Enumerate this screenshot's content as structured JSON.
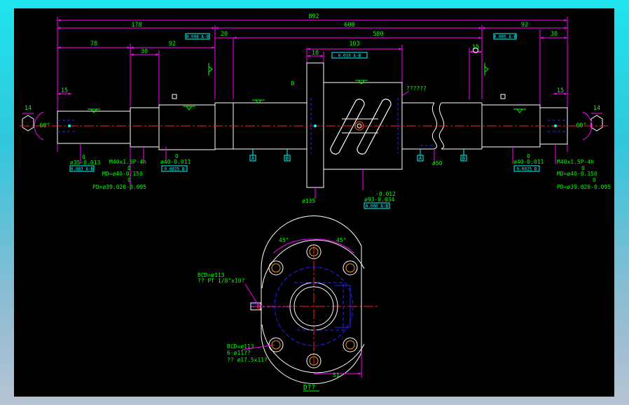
{
  "colors": {
    "background_gradient_top": "#1fe5ee",
    "background_gradient_bottom": "#b7c3d4",
    "canvas": "#000000",
    "dimension": "#ff00ff",
    "note_text": "#00ff00",
    "outline": "#ffffff",
    "center_line": "#ff0000",
    "hidden": "#0000ff",
    "tag": "#00ffff",
    "symbol": "#ffff00",
    "hole": "#ff9900"
  },
  "dimensions": {
    "overall": "892",
    "left_span": "178",
    "middle_span": "608",
    "right_span": "92",
    "step_20": "20",
    "thread_580": "580",
    "right_30": "30",
    "left_78": "78",
    "left_30": "30",
    "left_92": "92",
    "nut_18": "18",
    "nut_103": "103",
    "right_15": "15",
    "end_15_left": "15",
    "end_15_right": "15",
    "end_14_left": "14",
    "end_14_right": "14",
    "angle_left": "60°",
    "angle_right": "60°",
    "flange_45_left": "45°",
    "flange_45_right": "45°",
    "flange_51": "51"
  },
  "tolerance_frames": {
    "top_left": "0.008 A-B",
    "nut_top": "0.010 A-B",
    "top_right": "0.005 A-B",
    "left_journal": "0.003 A-B",
    "left_shaft": "0.0025 B",
    "right_shaft": "0.0025 B",
    "nut_dia": "0.006 A-B"
  },
  "datums": {
    "a_left": "A",
    "b_left": "B",
    "a_right": "A",
    "b_right": "B",
    "c_label": "D"
  },
  "notes": {
    "left_dia_zero": "0",
    "left_dia": "ø35-0.013",
    "left_thread": "M40x1.5P-4h",
    "left_md_zero": "0",
    "left_md": "MD=ø40-0.150",
    "left_pd_zero": "0",
    "left_pd": "PD=ø39.026-0.095",
    "left_shaft_zero": "0",
    "left_shaft": "ø40-0.011",
    "flange_dia": "ø135",
    "nut_tol_top": "-0.012",
    "nut_dia": "ø93-0.034",
    "screw_dia": "ø50",
    "right_shaft_zero": "0",
    "right_shaft": "ø40-0.011",
    "right_thread": "M40x1.5P-4h",
    "right_md_zero": "0",
    "right_md": "MD=ø40-0.150",
    "right_pd_zero": "0",
    "right_pd": "PD=ø39.026-0.095",
    "nut_callout": "??????",
    "bcd_top": "BCD=ø113",
    "port_note": "?? PT 1/8\"x10?",
    "bcd_bottom": "BCD=ø113",
    "holes": "6-ø11??",
    "counterbore": "?? ø17.5x11?",
    "view_label": "D??"
  }
}
